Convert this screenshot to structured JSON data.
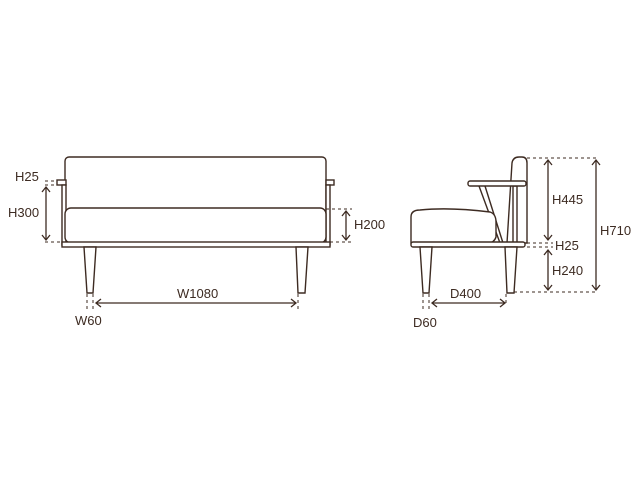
{
  "front_view": {
    "labels": {
      "arm_height": "H25",
      "arm_to_base": "H300",
      "seat_height": "H200",
      "leg_span": "W1080",
      "leg_width": "W60"
    }
  },
  "side_view": {
    "labels": {
      "back_height": "H445",
      "total_height": "H710",
      "base_thickness": "H25",
      "leg_height": "H240",
      "leg_span": "D400",
      "leg_depth": "D60"
    }
  },
  "colors": {
    "line": "#3d2b22",
    "background": "#ffffff"
  }
}
